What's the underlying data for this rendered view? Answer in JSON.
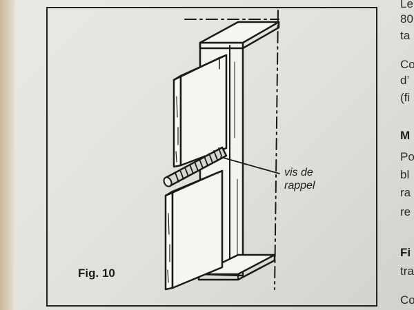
{
  "figure": {
    "caption": "Fig. 10",
    "callout_line1": "vis de",
    "callout_line2": "rappel"
  },
  "right_column": {
    "fragments": [
      "Le",
      "80",
      "ta",
      "Co",
      "d’",
      "(fi",
      "M",
      "Po",
      "bl",
      "ra",
      "re",
      "Fi",
      "tra",
      "Co"
    ]
  }
}
